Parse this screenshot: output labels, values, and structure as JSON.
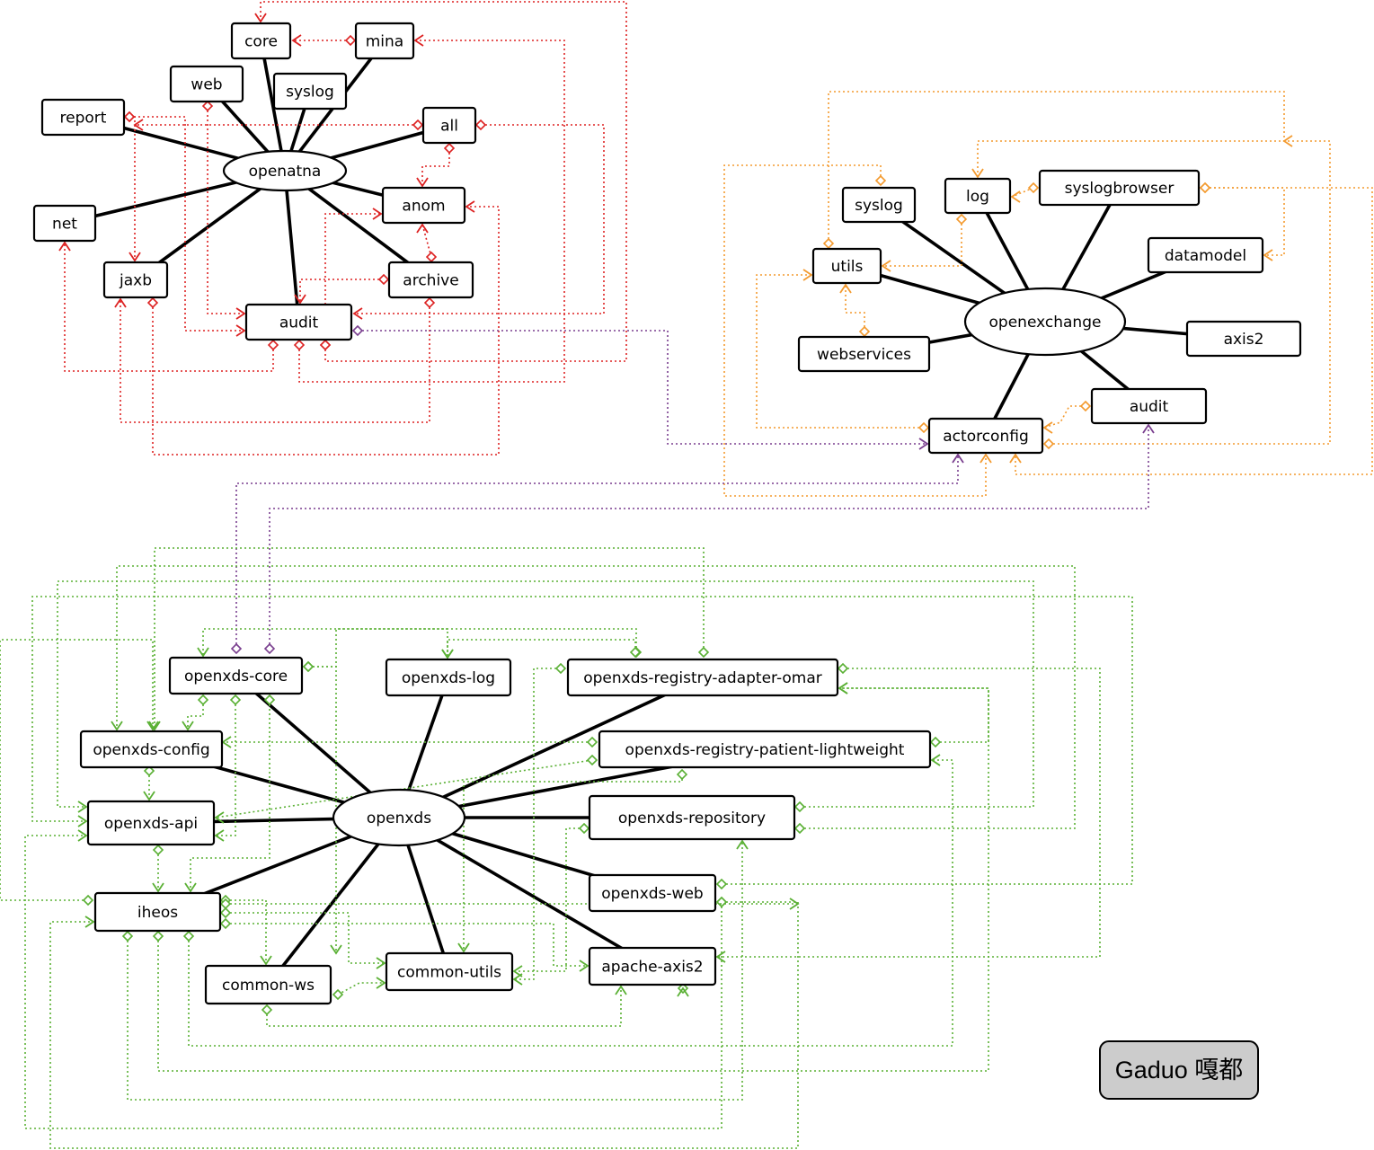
{
  "colors": {
    "openatna": "#dd2222",
    "openexchange": "#f39a2e",
    "openxds": "#5ab034",
    "cross": "#7a3f8f",
    "node_border": "#000000",
    "badge_fill": "#cccccc"
  },
  "clusters": [
    {
      "id": "openatna",
      "hub": "openatna",
      "nodes": [
        {
          "id": "openatna",
          "label": "openatna"
        },
        {
          "id": "core",
          "label": "core"
        },
        {
          "id": "mina",
          "label": "mina"
        },
        {
          "id": "web",
          "label": "web"
        },
        {
          "id": "syslog_a",
          "label": "syslog"
        },
        {
          "id": "report",
          "label": "report"
        },
        {
          "id": "all",
          "label": "all"
        },
        {
          "id": "net",
          "label": "net"
        },
        {
          "id": "anom",
          "label": "anom"
        },
        {
          "id": "jaxb",
          "label": "jaxb"
        },
        {
          "id": "archive",
          "label": "archive"
        },
        {
          "id": "audit_a",
          "label": "audit"
        }
      ]
    },
    {
      "id": "openexchange",
      "hub": "openexchange",
      "nodes": [
        {
          "id": "openexchange",
          "label": "openexchange"
        },
        {
          "id": "syslog_e",
          "label": "syslog"
        },
        {
          "id": "log",
          "label": "log"
        },
        {
          "id": "syslogbrowser",
          "label": "syslogbrowser"
        },
        {
          "id": "datamodel",
          "label": "datamodel"
        },
        {
          "id": "utils",
          "label": "utils"
        },
        {
          "id": "webservices",
          "label": "webservices"
        },
        {
          "id": "axis2",
          "label": "axis2"
        },
        {
          "id": "audit_e",
          "label": "audit"
        },
        {
          "id": "actorconfig",
          "label": "actorconfig"
        }
      ]
    },
    {
      "id": "openxds",
      "hub": "openxds",
      "nodes": [
        {
          "id": "openxds",
          "label": "openxds"
        },
        {
          "id": "core_x",
          "label": "openxds-core"
        },
        {
          "id": "log_x",
          "label": "openxds-log"
        },
        {
          "id": "omar",
          "label": "openxds-registry-adapter-omar"
        },
        {
          "id": "config",
          "label": "openxds-config"
        },
        {
          "id": "patient",
          "label": "openxds-registry-patient-lightweight"
        },
        {
          "id": "api",
          "label": "openxds-api"
        },
        {
          "id": "repo",
          "label": "openxds-repository"
        },
        {
          "id": "webx",
          "label": "openxds-web"
        },
        {
          "id": "iheos",
          "label": "iheos"
        },
        {
          "id": "commonws",
          "label": "common-ws"
        },
        {
          "id": "commonutils",
          "label": "common-utils"
        },
        {
          "id": "axis2x",
          "label": "apache-axis2"
        }
      ]
    }
  ],
  "badge": {
    "text": "Gaduo 嘎都"
  }
}
